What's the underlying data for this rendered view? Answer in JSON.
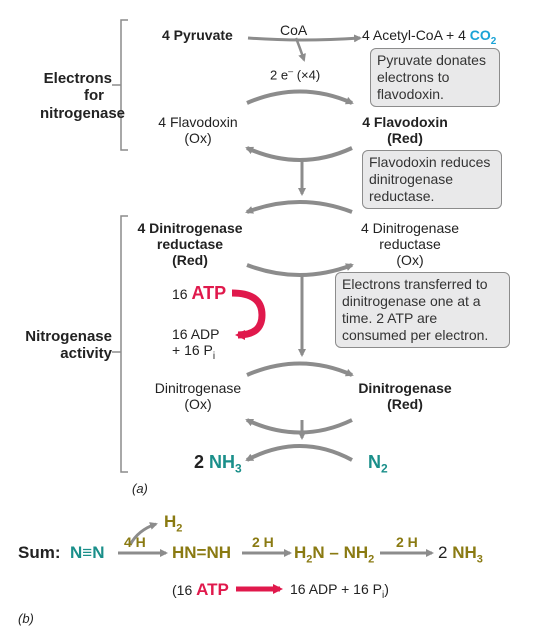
{
  "colors": {
    "arrow": "#8c8c8c",
    "teal": "#1a8f8a",
    "olive": "#8a7a12",
    "red": "#e0194c",
    "cyan": "#1aa3d6",
    "box_fill": "#e9e9ea"
  },
  "panel_a": {
    "side_label_1": {
      "line1": "Electrons",
      "line2": "for",
      "line3": "nitrogenase"
    },
    "side_label_2": {
      "line1": "Nitrogenase",
      "line2": "activity"
    },
    "pyruvate": "4 Pyruvate",
    "coa": "CoA",
    "acetyl": "4 Acetyl-CoA + 4 ",
    "co2": "CO",
    "co2_sub": "2",
    "electrons": "2 e",
    "electrons_sup": "–",
    "electrons_mult": " (×4)",
    "flavo_ox_1": "4 Flavodoxin",
    "flavo_ox_2": "(Ox)",
    "flavo_red_1": "4 Flavodoxin",
    "flavo_red_2": "(Red)",
    "dinitro_red_red_1": "4 Dinitrogenase",
    "dinitro_red_red_2": "reductase",
    "dinitro_red_red_3": "(Red)",
    "dinitro_red_ox_1": "4 Dinitrogenase",
    "dinitro_red_ox_2": "reductase",
    "dinitro_red_ox_3": "(Ox)",
    "atp_num": "16 ",
    "atp": "ATP",
    "adp_1": "16 ADP",
    "adp_2": "+ 16 P",
    "adp_2_sub": "i",
    "dinitro_ox_1": "Dinitrogenase",
    "dinitro_ox_2": "(Ox)",
    "dinitro_red_1": "Dinitrogenase",
    "dinitro_red_2": "(Red)",
    "nh3_num": "2 ",
    "nh3": "NH",
    "nh3_sub": "3",
    "n2": "N",
    "n2_sub": "2",
    "label": "(a)",
    "box1": "Pyruvate donates electrons to flavodoxin.",
    "box2": "Flavodoxin reduces dinitrogenase reductase.",
    "box3": "Electrons transferred to dinitrogenase one at a time. 2 ATP are consumed per electron."
  },
  "panel_b": {
    "sum": "Sum:",
    "n2_triple": "N≡N",
    "h4_1": "4 H",
    "h2": "H",
    "h2_sub": "2",
    "diazene": "HN=NH",
    "h2_a": "2 H",
    "hydrazine_1": "H",
    "hydrazine_1_sub": "2",
    "hydrazine_2": "N – NH",
    "hydrazine_2_sub": "2",
    "h2_b": "2 H",
    "nh3_num": "2 ",
    "nh3": "NH",
    "nh3_sub": "3",
    "paren_open": "(16 ",
    "atp": "ATP",
    "adp": "16 ADP + 16 P",
    "adp_sub": "i",
    "paren_close": ")",
    "label": "(b)"
  }
}
